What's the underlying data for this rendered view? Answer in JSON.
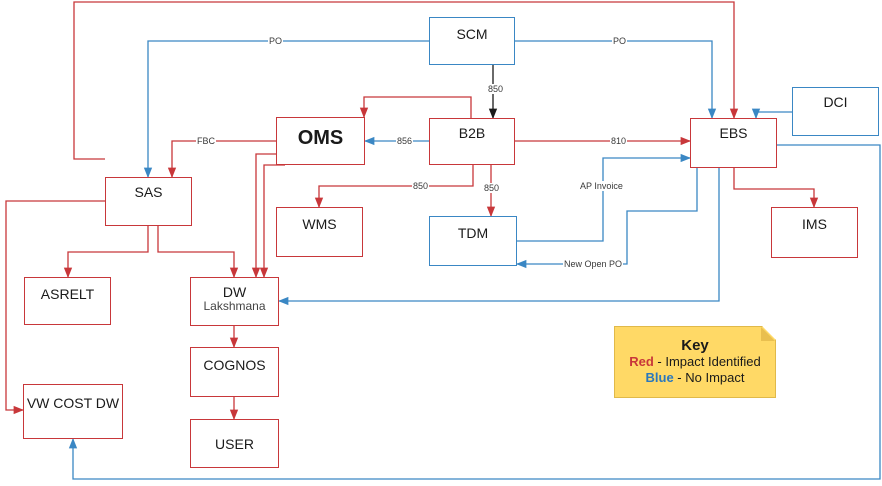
{
  "colors": {
    "impact": "#c8373a",
    "no_impact": "#3a87c4",
    "flow": "#1a1a1a",
    "key_bg": "#ffd966"
  },
  "nodes": {
    "scm": {
      "title": "SCM"
    },
    "b2b": {
      "title": "B2B"
    },
    "oms": {
      "title": "OMS"
    },
    "ebs": {
      "title": "EBS"
    },
    "dci": {
      "title": "DCI"
    },
    "sas": {
      "title": "SAS"
    },
    "wms": {
      "title": "WMS"
    },
    "tdm": {
      "title": "TDM"
    },
    "ims": {
      "title": "IMS"
    },
    "asrelt": {
      "title": "ASRELT"
    },
    "dw": {
      "title": "DW",
      "sub": "Lakshmana"
    },
    "cognos": {
      "title": "COGNOS"
    },
    "user": {
      "title": "USER"
    },
    "vwcost": {
      "title": "VW COST DW"
    }
  },
  "edge_labels": {
    "scm_sas": "PO",
    "scm_ebs": "PO",
    "scm_b2b": "850",
    "b2b_ebs": "810",
    "b2b_wms": "850",
    "b2b_tdm": "850",
    "b2b_oms": "856",
    "tdm_ebs": "AP Invoice",
    "ebs_tdm": "New Open PO",
    "oms_sas": "FBC"
  },
  "key": {
    "title": "Key",
    "red_word": "Red",
    "red_text": " - Impact Identified",
    "blue_word": "Blue",
    "blue_text": " - No Impact"
  }
}
